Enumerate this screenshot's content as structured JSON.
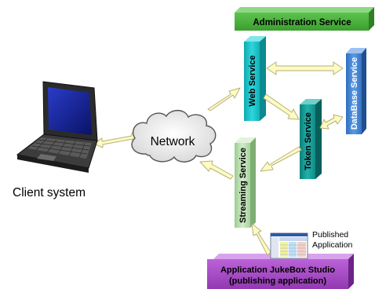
{
  "services": {
    "administration": "Administration Service",
    "web": "Web Service",
    "database": "DataBase Service",
    "token": "Token Service",
    "streaming": "Streaming Service"
  },
  "network": "Network",
  "client": "Client system",
  "published_app": {
    "line1": "Published",
    "line2": "Application"
  },
  "studio": {
    "line1": "Application JukeBox Studio",
    "line2": "(publishing application)"
  },
  "colors": {
    "administration": "#47b13a",
    "web": "#19c5cc",
    "database": "#3d7fd0",
    "token": "#139a95",
    "streaming": "#b7dcae",
    "studio": "#a84ac7",
    "arrow_fill": "#fdfbc2",
    "arrow_stroke": "#b5b07a"
  },
  "icons": {
    "client": "laptop-icon",
    "network": "cloud-icon",
    "published_app": "screenshot-thumbnail-icon"
  }
}
